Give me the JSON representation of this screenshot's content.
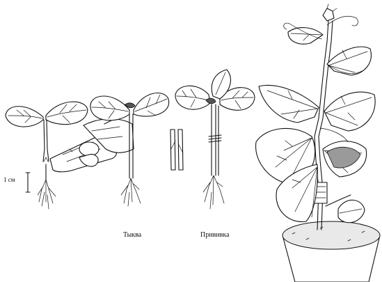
{
  "labels": {
    "scale": "1 см",
    "pumpkin": "Тыква",
    "graft": "Прививка"
  }
}
